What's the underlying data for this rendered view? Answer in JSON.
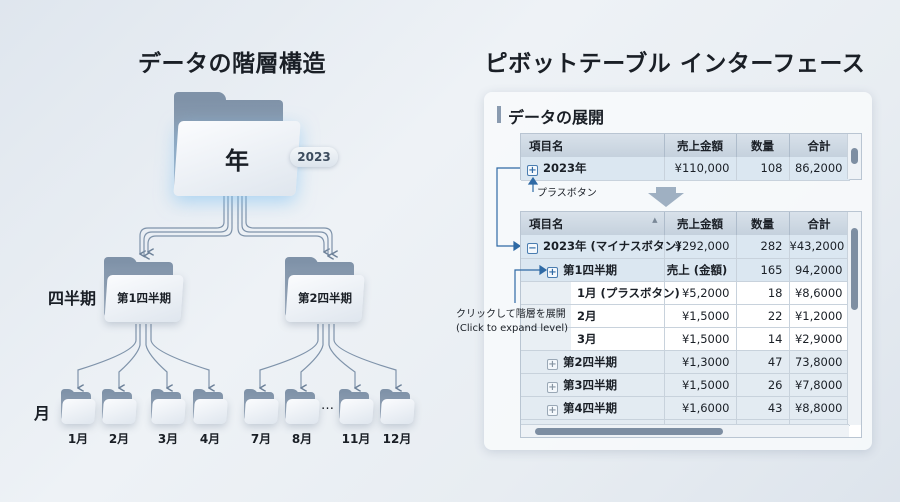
{
  "left": {
    "title": "データの階層構造",
    "year_folder": "年",
    "year_badge": "2023",
    "level_quarter": "四半期",
    "level_month": "月",
    "quarters": [
      "第1四半期",
      "第2四半期"
    ],
    "months": [
      "1月",
      "2月",
      "3月",
      "4月",
      "7月",
      "8月",
      "11月",
      "12月"
    ],
    "ellipsis": "…"
  },
  "right": {
    "title": "ピボットテーブル インターフェース",
    "panel_heading": "データの展開",
    "columns": [
      "項目名",
      "売上金額",
      "数量",
      "合計"
    ],
    "collapsed_row": {
      "name": "2023年",
      "sales": "¥110,000",
      "qty": "108",
      "total": "86,2000"
    },
    "plus_note": "プラスボタン",
    "expand_note": [
      "クリックして階層を展開",
      "(Click to expand level)"
    ],
    "rows": [
      {
        "level": 0,
        "toggle": "minus",
        "name": "2023年 (マイナスボタン)",
        "sales": "¥292,000",
        "qty": "282",
        "total": "¥43,2000"
      },
      {
        "level": 1,
        "toggle": "plus",
        "name": "第1四半期",
        "sales": "売上 (金額)",
        "qty": "165",
        "total": "94,2000"
      },
      {
        "level": 2,
        "toggle": "",
        "name": "1月 (プラスボタン)",
        "sales": "¥5,2000",
        "qty": "18",
        "total": "¥8,6000"
      },
      {
        "level": 2,
        "toggle": "",
        "name": "2月",
        "sales": "¥1,5000",
        "qty": "22",
        "total": "¥1,2000"
      },
      {
        "level": 2,
        "toggle": "",
        "name": "3月",
        "sales": "¥1,5000",
        "qty": "14",
        "total": "¥2,9000"
      },
      {
        "level": 1,
        "toggle": "plus-gray",
        "name": "第2四半期",
        "sales": "¥1,3000",
        "qty": "47",
        "total": "73,8000"
      },
      {
        "level": 1,
        "toggle": "plus-gray",
        "name": "第3四半期",
        "sales": "¥1,5000",
        "qty": "26",
        "total": "¥7,8000"
      },
      {
        "level": 1,
        "toggle": "plus-gray",
        "name": "第4四半期",
        "sales": "¥1,6000",
        "qty": "43",
        "total": "¥8,8000"
      }
    ]
  }
}
